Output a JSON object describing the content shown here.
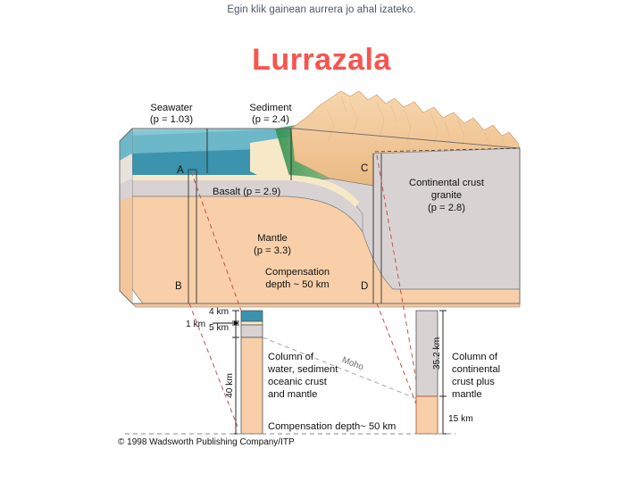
{
  "slide": {
    "subtitle": "Egin klik gainean aurrera jo ahal izateko.",
    "title": "Lurrazala",
    "title_color": "#f7554f"
  },
  "figure": {
    "copyright": "© 1998 Wadsworth Publishing Company/ITP",
    "block_labels": {
      "seawater": "Seawater\n(p = 1.03)",
      "seawater_line1": "Seawater",
      "seawater_line2": "(p = 1.03)",
      "sediment_line1": "Sediment",
      "sediment_line2": "(p = 2.4)",
      "basalt": "Basalt (p = 2.9)",
      "mantle_line1": "Mantle",
      "mantle_line2": "(p = 3.3)",
      "compensation_line1": "Compensation",
      "compensation_line2": "depth ~ 50 km",
      "continental_line1": "Continental crust",
      "continental_line2": "granite",
      "continental_line3": "(p = 2.8)"
    },
    "corners": {
      "a": "A",
      "b": "B",
      "c": "C",
      "d": "D"
    },
    "oceanic_column": {
      "water_thickness": "4 km",
      "sediment_thickness": "1 km",
      "crust_thickness": "5 km",
      "mantle_thickness": "40 km",
      "caption_line1": "Column of",
      "caption_line2": "water, sediment",
      "caption_line3": "oceanic crust",
      "caption_line4": "and mantle"
    },
    "continental_column": {
      "crust_thickness": "35.2 km",
      "mantle_thickness": "15 km",
      "caption_line1": "Column of",
      "caption_line2": "continental",
      "caption_line3": "crust plus",
      "caption_line4": "mantle"
    },
    "moho_label": "Moho",
    "compensation_baseline": "Compensation depth~ 50 km",
    "colors": {
      "seawater": "#3b93ad",
      "seawater_top": "#8ecad6",
      "sediment": "#f6e6c4",
      "crust_gray": "#d8d2d2",
      "mantle": "#f8cfa8",
      "mountain": "#f3cb9b",
      "vegetation": "#2e9150",
      "dashed_red": "#c0504d"
    }
  },
  "chart_data": {
    "type": "diagram",
    "title": "Isostasy block diagram and crustal columns",
    "oceanic_column_km": {
      "water": 4,
      "sediment": 1,
      "oceanic_crust": 5,
      "mantle": 40,
      "total": 50
    },
    "continental_column_km": {
      "continental_crust": 35.2,
      "mantle": 15,
      "total": 50.2
    },
    "densities": {
      "seawater": 1.03,
      "sediment": 2.4,
      "basalt": 2.9,
      "granite": 2.8,
      "mantle": 3.3
    },
    "compensation_depth_km": 50
  }
}
